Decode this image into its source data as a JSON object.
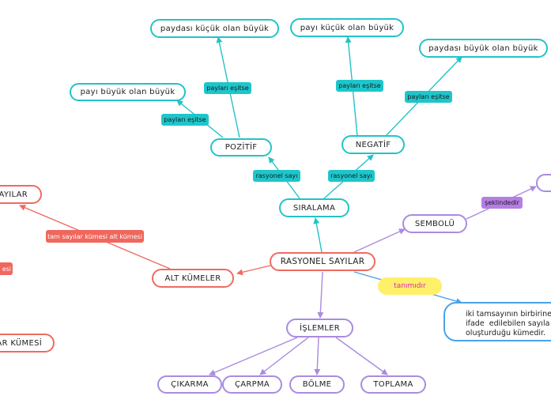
{
  "root": "RASYONEL SAYILAR",
  "siralama": {
    "label": "SIRALAMA",
    "pozitif": {
      "label": "POZİTİF",
      "edge_label": "rasyonel sayı",
      "child1": {
        "label": "payı büyük olan büyük",
        "edge_label": "payları eşitse"
      },
      "child2": {
        "label": "paydası küçük olan büyük",
        "edge_label": "payları eşitse"
      }
    },
    "negatif": {
      "label": "NEGATİF",
      "edge_label": "rasyonel sayı",
      "child1": {
        "label": "payı küçük olan büyük",
        "edge_label": "payları eşitse"
      },
      "child2": {
        "label": "paydası büyük olan büyük",
        "edge_label": "payları eşitse"
      }
    }
  },
  "sembol": {
    "label": "SEMBOLÜ",
    "edge_label": "şeklindedir",
    "target_fragment": ""
  },
  "tanim": {
    "edge_label": "tanımıdır",
    "text_line1": "iki tamsayının birbirine",
    "text_line2": "ifade  edilebilen sayıla",
    "text_line3": "oluşturduğu kümedir."
  },
  "alt_kumeler": {
    "label": "ALT KÜMELER",
    "edge_label": "tam sayılar kümesi alt kümesi",
    "target1": "AYILAR",
    "label2": "esi",
    "target2": "AR KÜMESİ"
  },
  "islemler": {
    "label": "İŞLEMLER",
    "items": [
      "ÇIKARMA",
      "ÇARPMA",
      "BÖLME",
      "TOPLAMA"
    ]
  },
  "colors": {
    "teal": "#22c3c8",
    "purple": "#a98be0",
    "red": "#ef6a60",
    "blue": "#4aa3e8",
    "yellow": "#fff06a"
  }
}
